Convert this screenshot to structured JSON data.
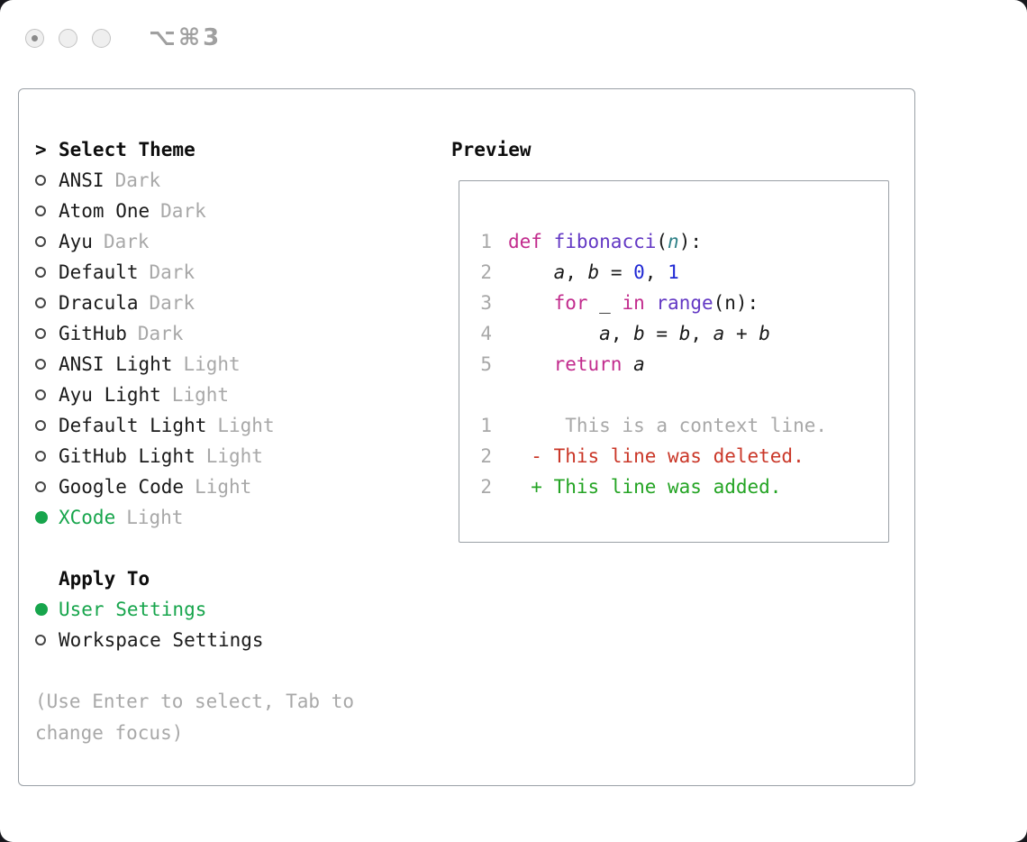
{
  "titlebar": {
    "shortcut_label": "⌥⌘3"
  },
  "selector": {
    "title_prefix": ">",
    "title": "Select Theme",
    "themes": [
      {
        "name": "ANSI",
        "variant": "Dark",
        "selected": false
      },
      {
        "name": "Atom One",
        "variant": "Dark",
        "selected": false
      },
      {
        "name": "Ayu",
        "variant": "Dark",
        "selected": false
      },
      {
        "name": "Default",
        "variant": "Dark",
        "selected": false
      },
      {
        "name": "Dracula",
        "variant": "Dark",
        "selected": false
      },
      {
        "name": "GitHub",
        "variant": "Dark",
        "selected": false
      },
      {
        "name": "ANSI Light",
        "variant": "Light",
        "selected": false
      },
      {
        "name": "Ayu Light",
        "variant": "Light",
        "selected": false
      },
      {
        "name": "Default Light",
        "variant": "Light",
        "selected": false
      },
      {
        "name": "GitHub Light",
        "variant": "Light",
        "selected": false
      },
      {
        "name": "Google Code",
        "variant": "Light",
        "selected": false
      },
      {
        "name": "XCode",
        "variant": "Light",
        "selected": true
      }
    ],
    "apply_to": {
      "title": "Apply To",
      "options": [
        {
          "label": "User Settings",
          "selected": true
        },
        {
          "label": "Workspace Settings",
          "selected": false
        }
      ]
    },
    "hint": "(Use Enter to select, Tab to change focus)"
  },
  "preview": {
    "title": "Preview",
    "code_lines": [
      {
        "num": "1",
        "tokens": [
          {
            "text": "def",
            "style": "keyword"
          },
          {
            "text": " ",
            "style": "plain"
          },
          {
            "text": "fibonacci",
            "style": "function"
          },
          {
            "text": "(",
            "style": "plain"
          },
          {
            "text": "n",
            "style": "param"
          },
          {
            "text": "):",
            "style": "plain"
          }
        ]
      },
      {
        "num": "2",
        "tokens": [
          {
            "text": "    ",
            "style": "plain"
          },
          {
            "text": "a",
            "style": "variable"
          },
          {
            "text": ", ",
            "style": "plain"
          },
          {
            "text": "b",
            "style": "variable"
          },
          {
            "text": " = ",
            "style": "plain"
          },
          {
            "text": "0",
            "style": "number"
          },
          {
            "text": ", ",
            "style": "plain"
          },
          {
            "text": "1",
            "style": "number"
          }
        ]
      },
      {
        "num": "3",
        "tokens": [
          {
            "text": "    ",
            "style": "plain"
          },
          {
            "text": "for",
            "style": "keyword"
          },
          {
            "text": " _ ",
            "style": "plain"
          },
          {
            "text": "in",
            "style": "keyword"
          },
          {
            "text": " ",
            "style": "plain"
          },
          {
            "text": "range",
            "style": "function"
          },
          {
            "text": "(n):",
            "style": "plain"
          }
        ]
      },
      {
        "num": "4",
        "tokens": [
          {
            "text": "        ",
            "style": "plain"
          },
          {
            "text": "a",
            "style": "variable"
          },
          {
            "text": ", ",
            "style": "plain"
          },
          {
            "text": "b",
            "style": "variable"
          },
          {
            "text": " = ",
            "style": "plain"
          },
          {
            "text": "b",
            "style": "variable"
          },
          {
            "text": ", ",
            "style": "plain"
          },
          {
            "text": "a",
            "style": "variable"
          },
          {
            "text": " + ",
            "style": "plain"
          },
          {
            "text": "b",
            "style": "variable"
          }
        ]
      },
      {
        "num": "5",
        "tokens": [
          {
            "text": "    ",
            "style": "plain"
          },
          {
            "text": "return",
            "style": "keyword"
          },
          {
            "text": " ",
            "style": "plain"
          },
          {
            "text": "a",
            "style": "variable"
          }
        ]
      }
    ],
    "diff_lines": [
      {
        "num": "1",
        "text": "     This is a context line.",
        "style": "context"
      },
      {
        "num": "2",
        "text": "  - This line was deleted.",
        "style": "deleted"
      },
      {
        "num": "2",
        "text": "  + This line was added.",
        "style": "added"
      }
    ]
  },
  "colors": {
    "accent_green": "#17a54c",
    "muted_gray": "#a8a8a8",
    "keyword": "#c22b8d",
    "function": "#6338c4",
    "number": "#2029d4",
    "param": "#2e8087",
    "diff_context": "#a8a8a8",
    "diff_deleted": "#ca3728",
    "diff_added": "#24a424"
  }
}
